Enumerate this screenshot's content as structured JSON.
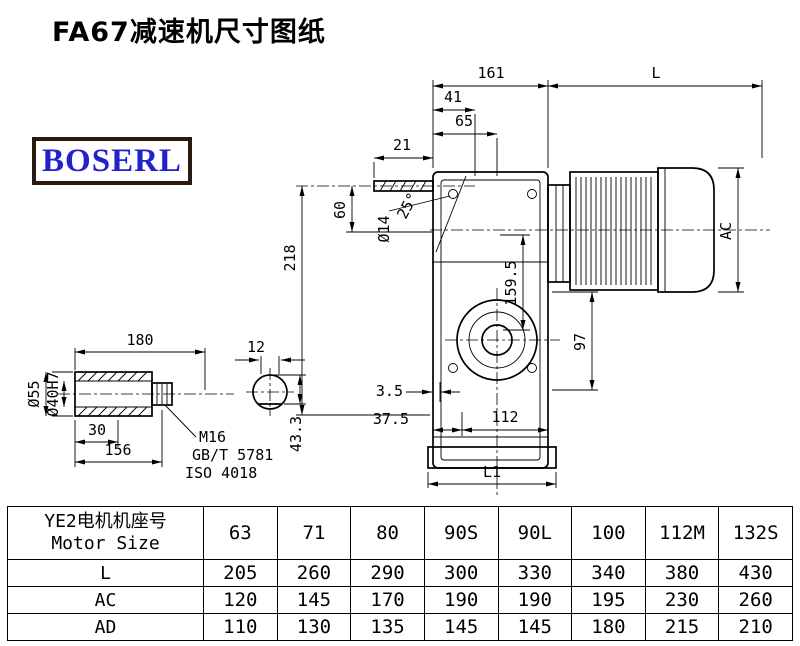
{
  "page": {
    "title": "FA67减速机尺寸图纸"
  },
  "logo": {
    "text": "BOSERL"
  },
  "drawing": {
    "main_dims": {
      "w161": "161",
      "L": "L",
      "w41": "41",
      "w65": "65",
      "w21": "21",
      "h60": "60",
      "h218": "218",
      "dia14": "Ø14",
      "angle": "25°",
      "AC": "AC",
      "h159_5": "159.5",
      "h97": "97",
      "w3_5": "3.5",
      "w37_5": "37.5",
      "w112": "112",
      "L1": "L1"
    },
    "shaft_dims": {
      "len180": "180",
      "key12": "12",
      "dia55": "Ø55",
      "dia40": "Ø40H7",
      "len30": "30",
      "len156": "156",
      "h43_3": "43.3",
      "thread": "M16",
      "std1": "GB/T 5781",
      "std2": "ISO 4018"
    }
  },
  "table": {
    "header_cn": "YE2电机机座号",
    "header_en": "Motor Size",
    "sizes": [
      "63",
      "71",
      "80",
      "90S",
      "90L",
      "100",
      "112M",
      "132S"
    ],
    "rows": [
      {
        "label": "L",
        "values": [
          "205",
          "260",
          "290",
          "300",
          "330",
          "340",
          "380",
          "430"
        ]
      },
      {
        "label": "AC",
        "values": [
          "120",
          "145",
          "170",
          "190",
          "190",
          "195",
          "230",
          "260"
        ]
      },
      {
        "label": "AD",
        "values": [
          "110",
          "130",
          "135",
          "145",
          "145",
          "180",
          "215",
          "210"
        ]
      }
    ]
  }
}
